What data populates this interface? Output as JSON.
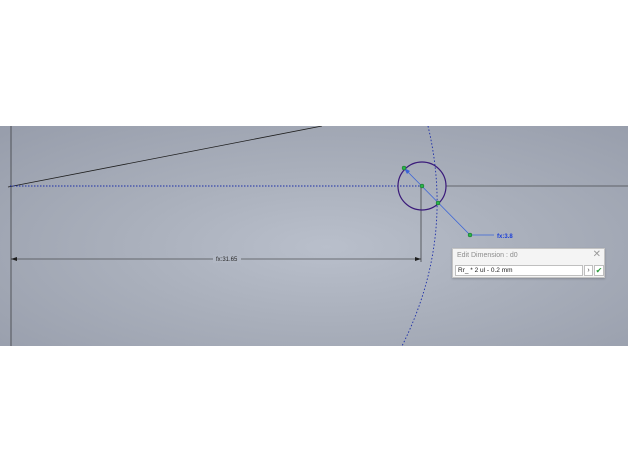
{
  "sketch": {
    "linear_dimension": "fx:31.65",
    "diameter_dimension": "fx:3.8"
  },
  "edit_dimension": {
    "title": "Edit Dimension : d0",
    "close_symbol": "✕",
    "value": "Rr_ * 2 ul - 0.2 mm",
    "expand_symbol": "›",
    "accept_symbol": "✔"
  },
  "colors": {
    "viewport_bg": "#a9afbb",
    "sketch_line": "#1e1e1e",
    "construction_line": "#1c2ea8",
    "circle": "#3a1a7a",
    "constraint_point": "#2bb34a",
    "dimension_text": "#1a3ed8"
  },
  "icons": [
    "close-icon",
    "expand-icon",
    "accept-check-icon"
  ]
}
